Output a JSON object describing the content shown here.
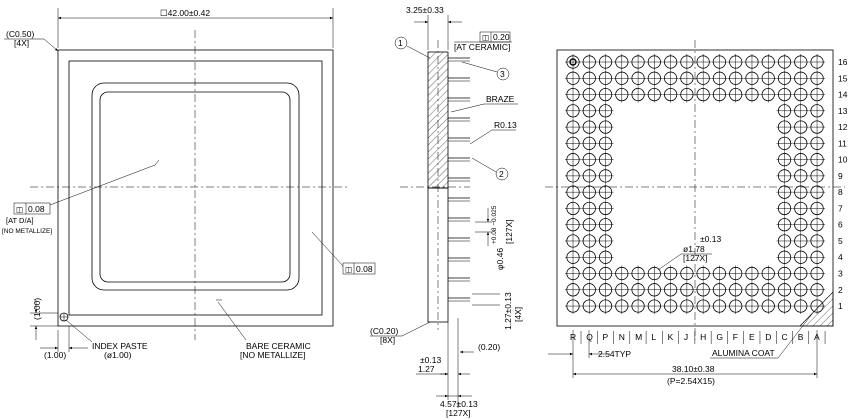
{
  "top_view": {
    "body_size": "☐42.00±0.42",
    "chamfer": "(C0.50)",
    "chamfer_qty": "[4X]",
    "flatness_symbol": "◫",
    "flatness_value": "0.08",
    "flatness_ref": "[AT D/A]",
    "no_metallize_1": "[NO METALLIZE]",
    "flatness_right": "0.08",
    "index_dim_v": "(1.00)",
    "index_dim_h": "(1.00)",
    "index_paste": "INDEX PASTE",
    "index_diameter": "(ø1.00)",
    "bare_ceramic": "BARE CERAMIC",
    "no_metallize_2": "[NO METALLIZE]"
  },
  "side_view": {
    "thickness": "3.25±0.33",
    "flatness_value": "0.20",
    "flatness_ref": "[AT CERAMIC]",
    "callout_1": "1",
    "callout_2": "2",
    "callout_3": "3",
    "braze": "BRAZE",
    "radius": "R0.13",
    "pin_diameter": "φ0.46",
    "pin_diameter_tol": "+0.08 −0.025",
    "pin_qty": "[127X]",
    "shoulder_dim": "1.27±0.13",
    "shoulder_qty": "[4X]",
    "chamfer": "(C0.20)",
    "chamfer_qty": "[8X]",
    "offset_tol": "±0.13",
    "offset": "1.27",
    "standoff": "(0.20)",
    "pin_length": "4.57±0.13",
    "pin_length_qty": "[127X]"
  },
  "bottom_view": {
    "pad_tol": "±0.13",
    "pad_diameter": "ø1.78",
    "pad_qty": "[127X]",
    "row_numbers": [
      "16",
      "15",
      "14",
      "13",
      "12",
      "11",
      "10",
      "9",
      "8",
      "7",
      "6",
      "5",
      "4",
      "3",
      "2",
      "1"
    ],
    "col_letters": [
      "R",
      "Q",
      "P",
      "N",
      "M",
      "L",
      "K",
      "J",
      "H",
      "G",
      "F",
      "E",
      "D",
      "C",
      "B",
      "A"
    ],
    "pitch": "2.54TYP",
    "alumina_coat": "ALUMINA COAT",
    "span": "38.10±0.38",
    "span_note": "(P=2.54X15)"
  }
}
